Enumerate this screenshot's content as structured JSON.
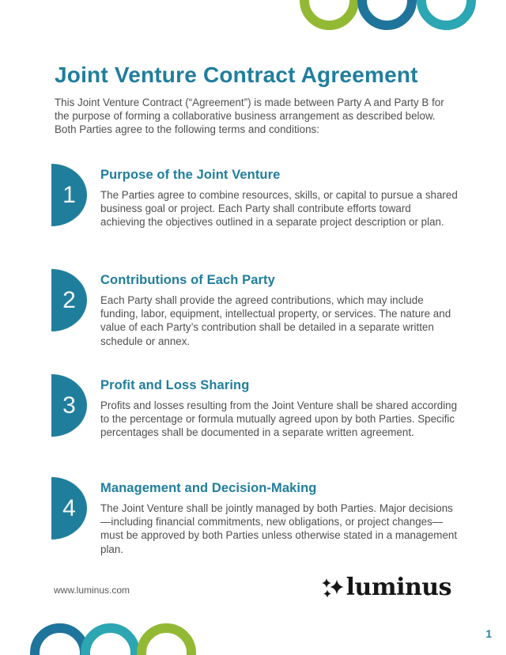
{
  "page": {
    "title": "Joint Venture Contract Agreement",
    "intro": "This Joint Venture Contract (“Agreement”) is made between Party A and Party B for the purpose of forming a collaborative business arrangement as described below. Both Parties agree to the following terms and conditions:",
    "page_number": "1"
  },
  "sections": [
    {
      "number": "1",
      "heading": "Purpose of the Joint Venture",
      "body": "The Parties agree to combine resources, skills, or capital to pursue a shared business goal or project. Each Party shall contribute efforts toward achieving the objectives outlined in a separate project description or plan."
    },
    {
      "number": "2",
      "heading": "Contributions of Each Party",
      "body": "Each Party shall provide the agreed contributions, which may include funding, labor, equipment, intellectual property, or services. The nature and value of each Party’s contribution shall be detailed in a separate written schedule or annex."
    },
    {
      "number": "3",
      "heading": "Profit and Loss Sharing",
      "body": "Profits and losses resulting from the Joint Venture shall be shared according to the percentage or formula mutually agreed upon by both Parties. Specific percentages shall be documented in a separate written agreement."
    },
    {
      "number": "4",
      "heading": "Management and Decision-Making",
      "body": "The Joint Venture shall be jointly managed by both Parties. Major decisions—including financial commitments, new obligations, or project changes—must be approved by both Parties unless otherwise stated in a management plan."
    }
  ],
  "footer": {
    "website": "www.luminus.com",
    "brand": "luminus"
  },
  "decorations": {
    "rings_top": [
      "green",
      "blue",
      "teal"
    ],
    "rings_bottom": [
      "blue",
      "teal",
      "green"
    ],
    "logo_mark": "sparkle-cluster-icon"
  },
  "colors": {
    "accent_teal": "#207E9D",
    "ring_green": "#93B934",
    "ring_blue": "#1F749B",
    "ring_teal": "#2BA6B2",
    "body_text": "#4F4F4F",
    "logo_black": "#161616"
  }
}
